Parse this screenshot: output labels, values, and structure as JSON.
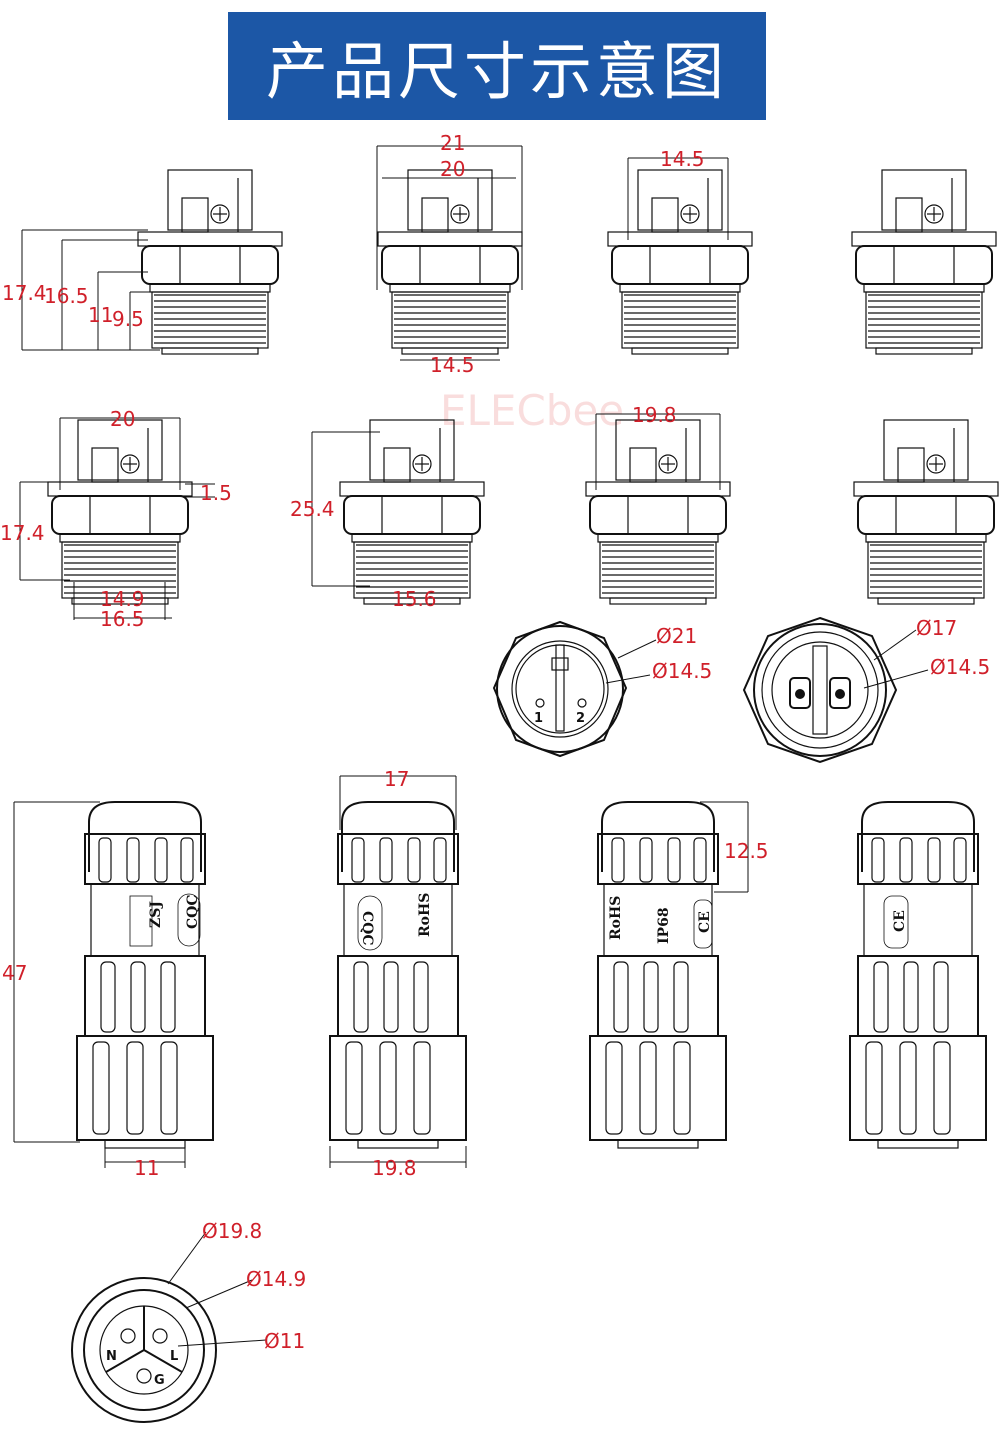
{
  "title": "产品尺寸示意图",
  "watermark": "ELECbee",
  "receptacle_views": {
    "view1": {
      "d1": "17.4",
      "d2": "16.5",
      "d3": "11",
      "d4": "9.5"
    },
    "view2": {
      "top1": "21",
      "top2": "20",
      "bottom": "14.5"
    },
    "view3": {
      "top": "14.5"
    },
    "view5": {
      "top": "20",
      "side": "1.5",
      "left": "17.4",
      "b1": "14.9",
      "b2": "16.5"
    },
    "view6": {
      "left": "25.4",
      "bottom": "15.6"
    },
    "view7": {
      "top": "19.8"
    }
  },
  "end_views": {
    "face1": {
      "outer": "Ø21",
      "inner": "Ø14.5",
      "pin1": "1",
      "pin2": "2"
    },
    "face2": {
      "outer": "Ø17",
      "inner": "Ø14.5"
    }
  },
  "plug_views": {
    "length": "47",
    "width_top": "17",
    "cap_height": "12.5",
    "bottom1": "11",
    "bottom2": "19.8",
    "markings": {
      "zsj": "ZSJ",
      "cqc": "CQC",
      "rohs": "RoHS",
      "ip68": "IP68",
      "ce": "CE"
    }
  },
  "plug_face": {
    "d1": "Ø19.8",
    "d2": "Ø14.9",
    "d3": "Ø11",
    "pin_n": "N",
    "pin_l": "L",
    "pin_g": "G"
  }
}
